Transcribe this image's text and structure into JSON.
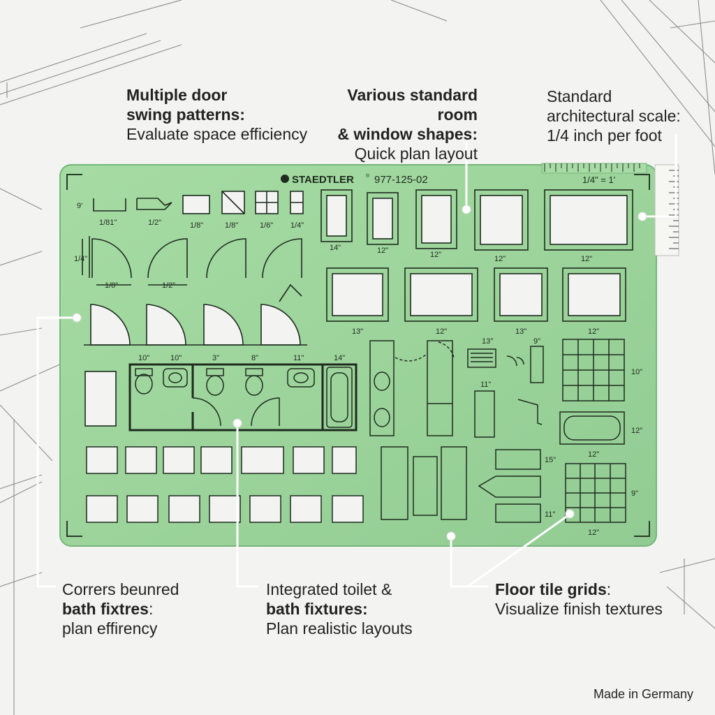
{
  "callouts": {
    "door": {
      "title1": "Multiple door",
      "title2": "swing patterns:",
      "text": "Evaluate space efficiency"
    },
    "room": {
      "title1": "Various standard room",
      "title2": "& window shapes:",
      "text": "Quick plan layout"
    },
    "scale": {
      "line1": "Standard",
      "line2": "architectural scale:",
      "line3": "1/4 inch per foot"
    },
    "corner": {
      "line1": "Corrers beunred",
      "bold": "bath fixtres",
      "colon": ":",
      "line3": "plan effirency"
    },
    "toilet": {
      "line1": "Integrated toilet &",
      "bold": "bath fixtures:",
      "line3": "Plan realistic layouts"
    },
    "floor": {
      "bold": "Floor tile grids",
      "colon": ":",
      "line2": "Visualize finish textures"
    }
  },
  "made_in": "Made in Germany",
  "template": {
    "brand": "STAEDTLER",
    "brand_mark": "®",
    "model": "977-125-02",
    "scale_label": "1/4\" = 1'",
    "row1_labels": [
      "9'",
      "1/81\"",
      "1/2\"",
      "1/8\"",
      "1/8\"",
      "1/6\"",
      "1/4\""
    ],
    "door_labels": [
      "1/4\"",
      "1/8\"",
      "1/2\""
    ],
    "window_row1_labels": [
      "14\"",
      "12\"",
      "12\"",
      "12\"",
      "12\""
    ],
    "window_row2_labels": [
      "13\"",
      "12\"",
      "13\"",
      "12\""
    ],
    "fixture_labels": [
      "10\"",
      "10\"",
      "3\"",
      "8\"",
      "11\"",
      "14\""
    ],
    "kitchen_labels": [
      "13°",
      "9\"",
      "11\""
    ],
    "tile_labels": [
      "10\"",
      "12\"",
      "12\"",
      "9\"",
      "12\"",
      "15\"",
      "11\""
    ]
  },
  "colors": {
    "plate": "#9bd39b",
    "plate_edge": "#78b97e",
    "lines": "#1e2a1e",
    "background": "#f3f4f2"
  }
}
